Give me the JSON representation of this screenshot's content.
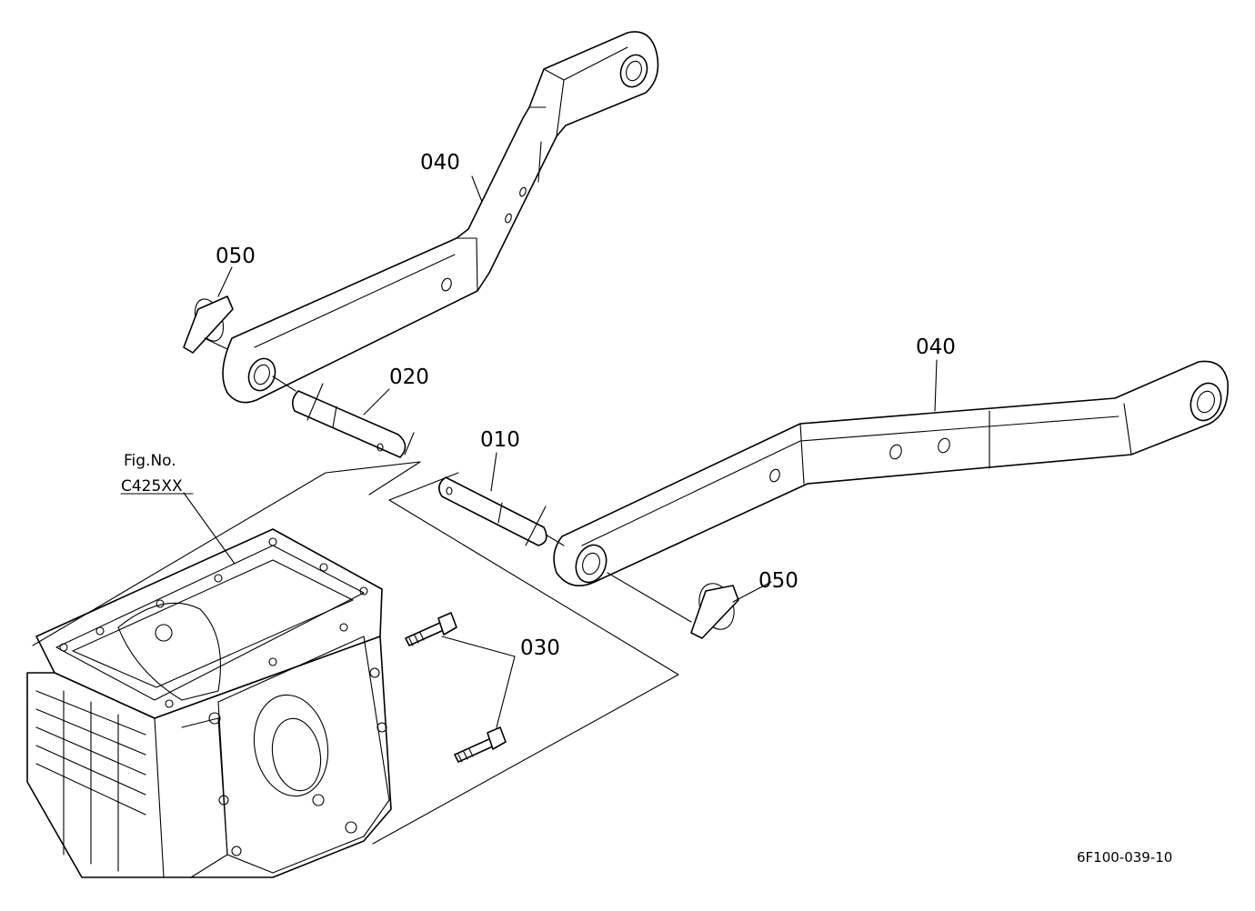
{
  "labels": {
    "upper_link": "040",
    "lower_link": "040",
    "pin_upper": "020",
    "pin_lower": "010",
    "clip_upper": "050",
    "clip_lower": "050",
    "bolts": "030",
    "fig_ref_line1": "Fig.No.",
    "fig_ref_line2": "C425XX",
    "drawing_code": "6F100-039-10"
  }
}
